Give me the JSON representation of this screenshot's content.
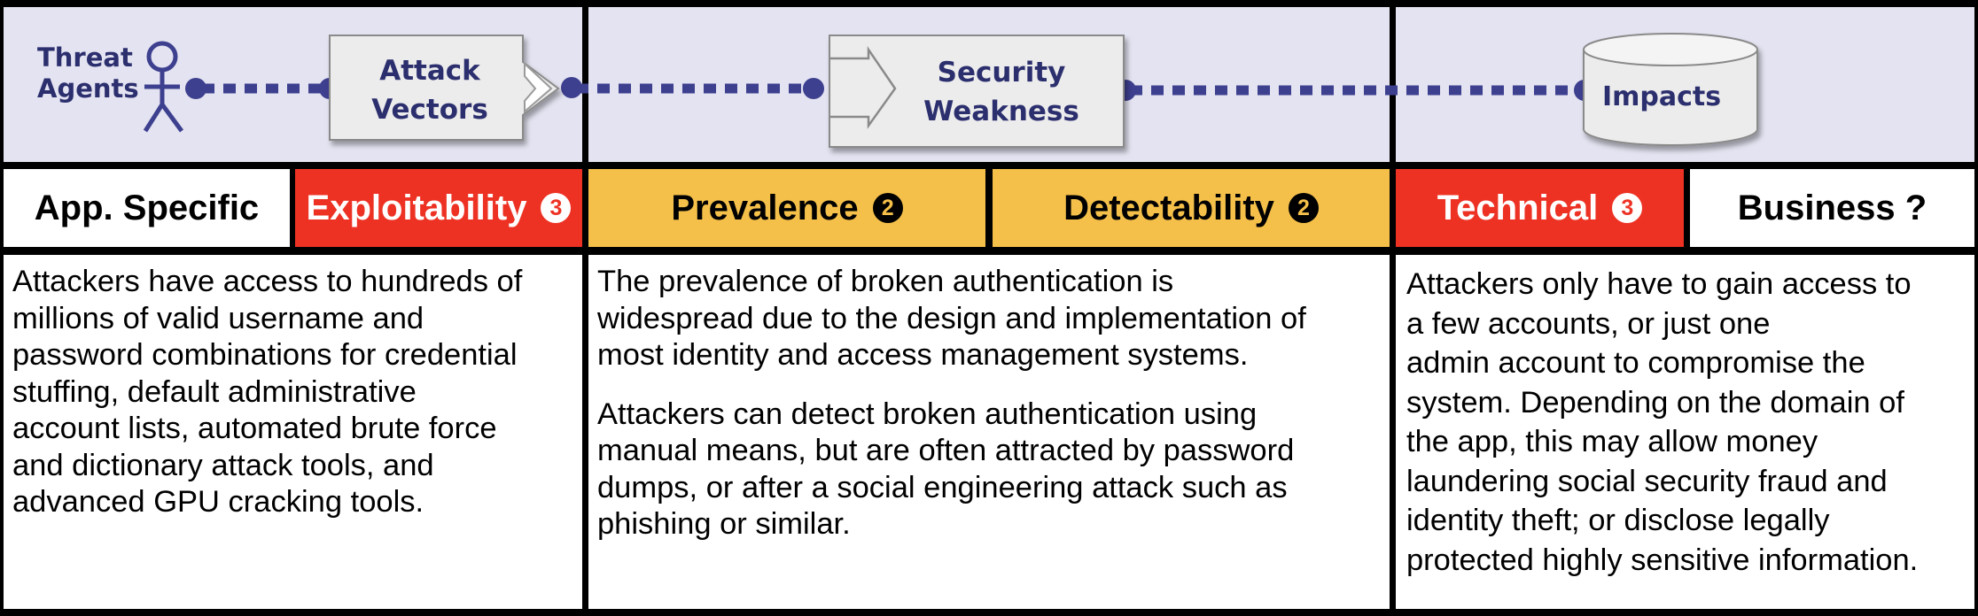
{
  "flow": {
    "threat_agents": "Threat\nAgents",
    "threat_agents_line1": "Threat",
    "threat_agents_line2": "Agents",
    "attack_vectors_line1": "Attack",
    "attack_vectors_line2": "Vectors",
    "security_weakness_line1": "Security",
    "security_weakness_line2": "Weakness",
    "impacts": "Impacts",
    "icons": [
      "stick-figure-icon",
      "arrow-box-icon",
      "arrow-box-icon",
      "database-cylinder-icon"
    ]
  },
  "headers": [
    {
      "label": "App. Specific",
      "num": "",
      "style": "white"
    },
    {
      "label": "Exploitability",
      "num": "3",
      "style": "red"
    },
    {
      "label": "Prevalence",
      "num": "2",
      "style": "yellow"
    },
    {
      "label": "Detectability",
      "num": "2",
      "style": "yellow"
    },
    {
      "label": "Technical",
      "num": "3",
      "style": "red"
    },
    {
      "label": "Business ?",
      "num": "",
      "style": "white"
    }
  ],
  "body": {
    "threat": [
      "Attackers have access to hundreds of",
      "millions of valid username and",
      "password combinations for credential",
      "stuffing, default administrative",
      "account lists, automated brute force",
      "and dictionary attack tools, and",
      "advanced GPU cracking tools."
    ],
    "weakness_p1": [
      "The prevalence of broken authentication is",
      "widespread due to the design and implementation of",
      "most identity and access management systems."
    ],
    "weakness_p2": [
      "Attackers can detect broken authentication using",
      "manual means, but are often attracted by password",
      "dumps, or after a social engineering attack such as",
      "phishing or similar."
    ],
    "impacts": [
      "Attackers only have to gain access to",
      "a few accounts, or just one",
      "admin  account to compromise the",
      "system. Depending on the domain of",
      "the app, this may allow money",
      "laundering social security fraud and",
      "identity theft; or disclose legally",
      "protected highly sensitive information."
    ]
  },
  "colors": {
    "band": "#e3e3f1",
    "navy": "#2c2f6e",
    "dot": "#3d3f8f",
    "red": "#ed3224",
    "yellow": "#f5c04a"
  }
}
